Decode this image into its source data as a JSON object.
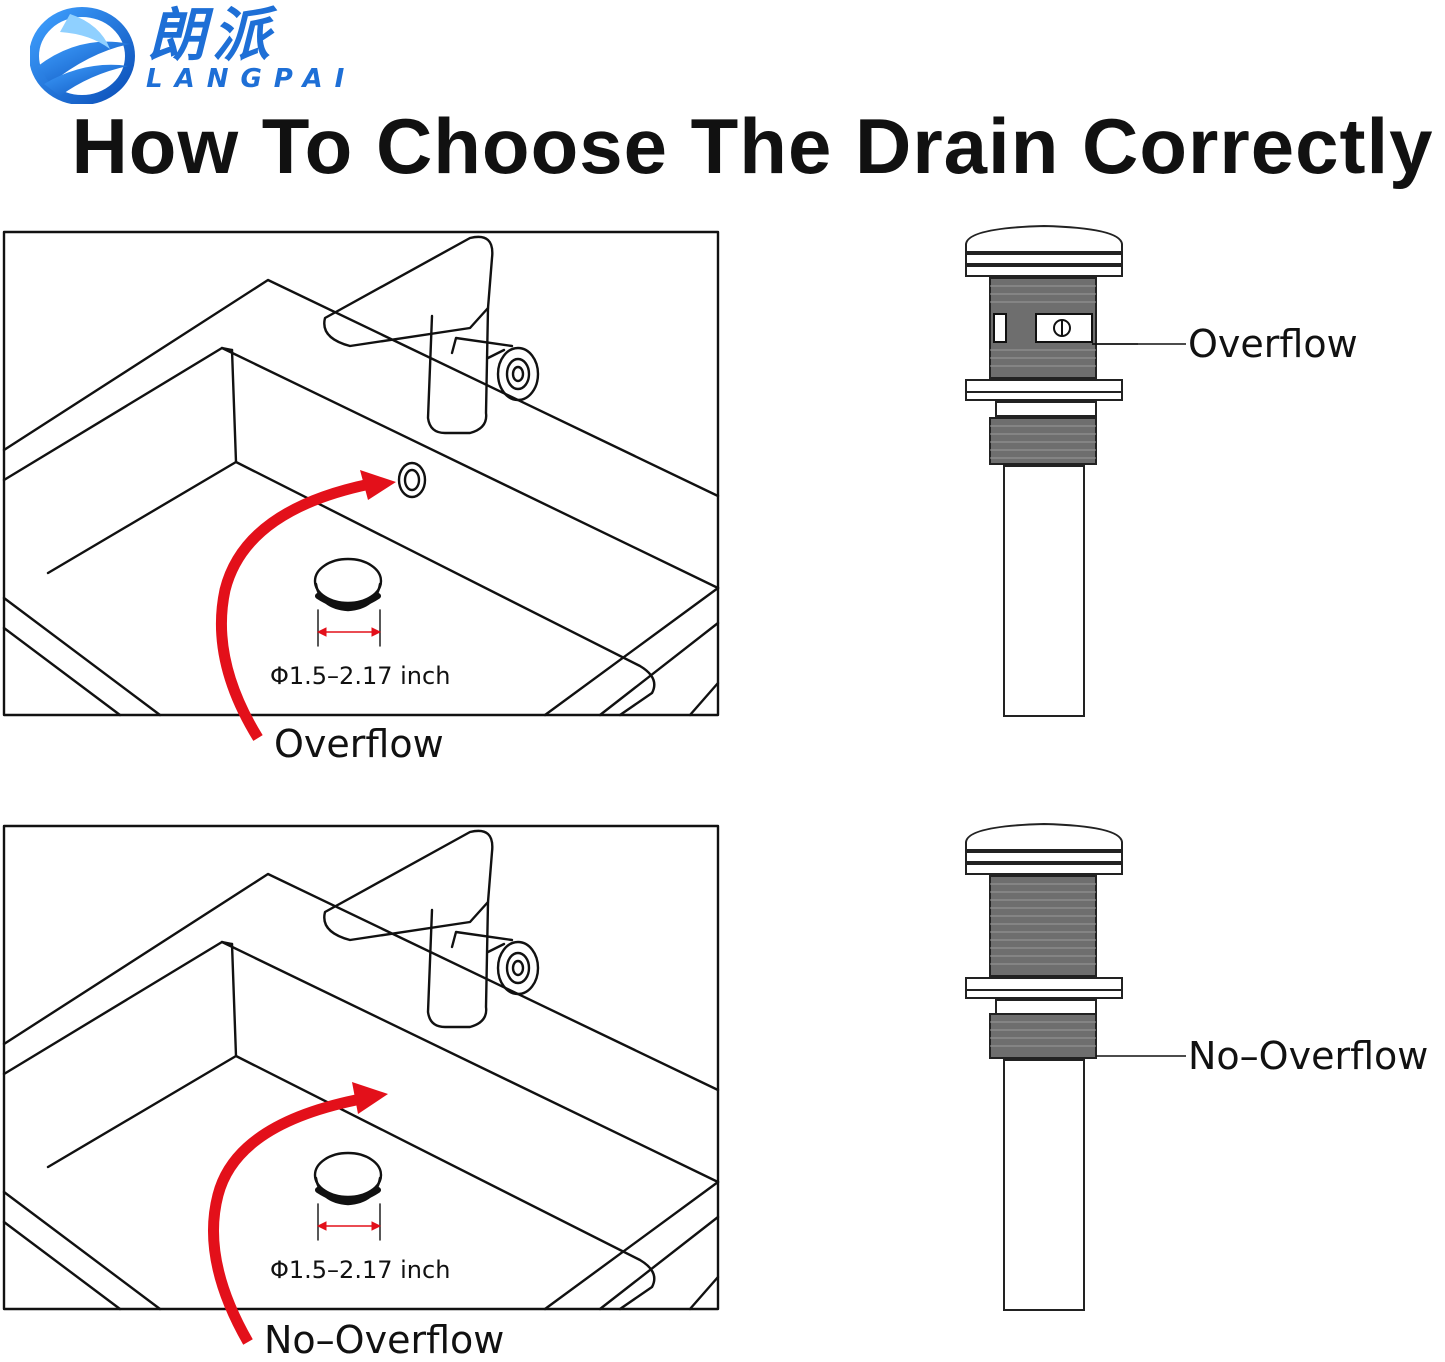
{
  "brand": {
    "name_cn": "朗派",
    "name_en": "LANGPAI",
    "accent_color": "#1e6fd6"
  },
  "title": "How To Choose The Drain Correctly",
  "sections": [
    {
      "sink_size_label": "Φ1.5–2.17 inch",
      "sink_callout": "Overflow",
      "drain_callout": "Overflow",
      "arrow_color": "#e3101a"
    },
    {
      "sink_size_label": "Φ1.5–2.17 inch",
      "sink_callout": "No–Overflow",
      "drain_callout": "No–Overflow",
      "arrow_color": "#e3101a"
    }
  ]
}
